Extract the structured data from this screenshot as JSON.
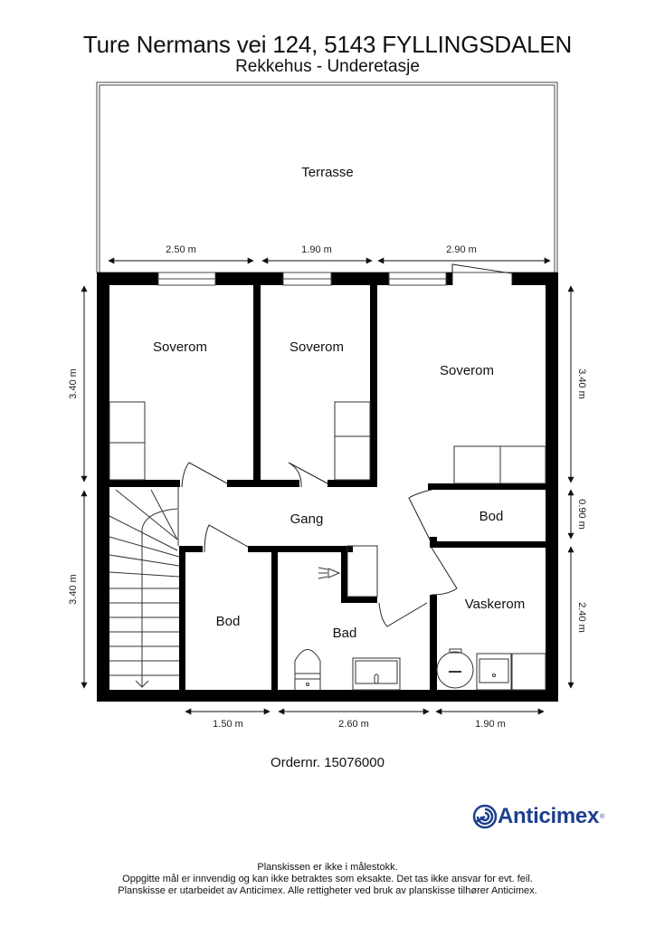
{
  "header": {
    "title": "Ture Nermans vei 124, 5143 FYLLINGSDALEN",
    "subtitle": "Rekkehus - Underetasje"
  },
  "rooms": {
    "terrasse": "Terrasse",
    "soverom_1": "Soverom",
    "soverom_2": "Soverom",
    "soverom_3": "Soverom",
    "gang": "Gang",
    "bod_1": "Bod",
    "bod_2": "Bod",
    "bad": "Bad",
    "vaskerom": "Vaskerom"
  },
  "dimensions": {
    "top": [
      "2.50 m",
      "1.90 m",
      "2.90 m"
    ],
    "bottom": [
      "1.50 m",
      "2.60 m",
      "1.90 m"
    ],
    "left": [
      "3.40 m",
      "3.40 m"
    ],
    "right": [
      "3.40 m",
      "0.90 m",
      "2.40 m"
    ]
  },
  "order": "Ordernr. 15076000",
  "logo": {
    "name": "Anticimex",
    "registered": "®",
    "color": "#1d3f8f"
  },
  "disclaimer": [
    "Planskissen er ikke i målestokk.",
    "Oppgitte mål er innvendig og kan ikke betraktes som eksakte. Det tas ikke ansvar for evt. feil.",
    "Planskisse er utarbeidet av Anticimex. Alle rettigheter ved bruk av planskisse tilhører Anticimex."
  ]
}
